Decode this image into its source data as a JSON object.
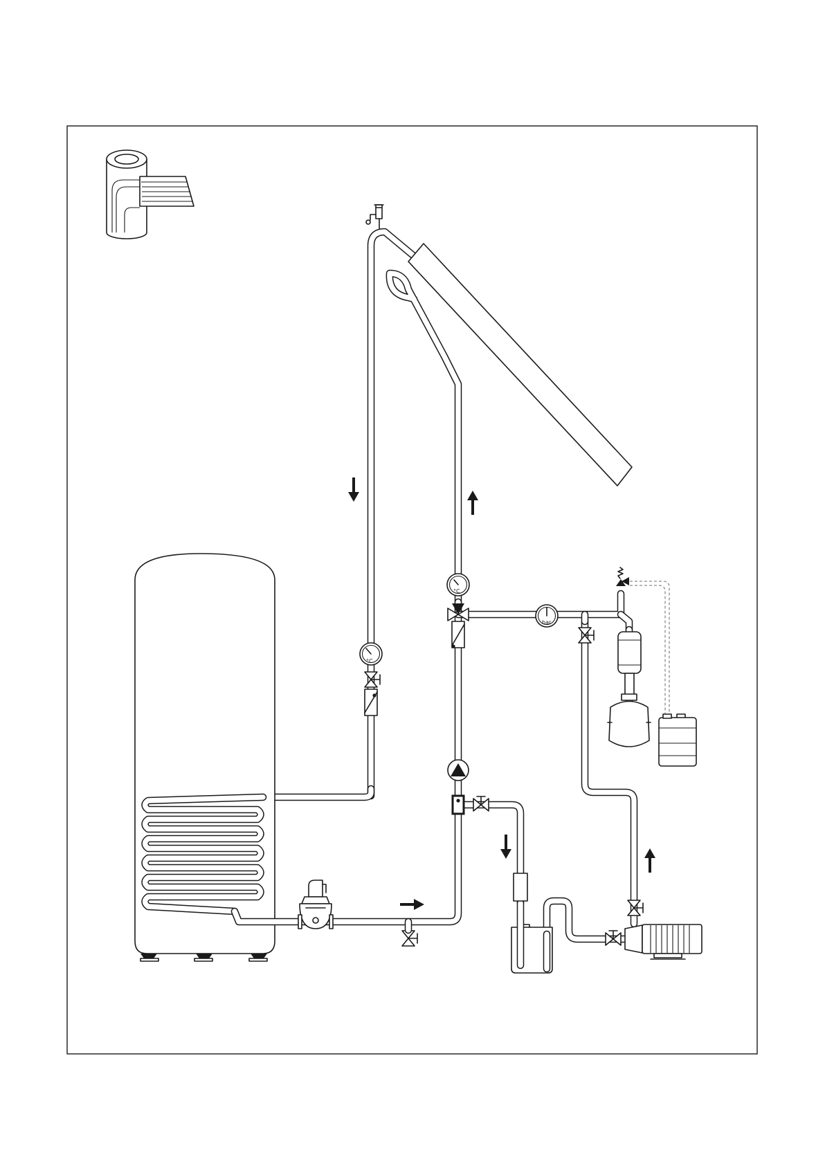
{
  "colors": {
    "line": "#1a1a1a",
    "background": "#ffffff",
    "dashed_line": "#8a8a8a"
  },
  "gauges": {
    "return_temperature": {
      "unit": "°C"
    },
    "flow_temperature": {
      "unit": "°C"
    },
    "pressure": {
      "unit": "bar"
    }
  },
  "icons": [
    "tank-collector-thumbnail-icon",
    "solar-collector-icon",
    "storage-tank-icon",
    "air-vent-icon",
    "thermometer-gauge-icon",
    "pressure-gauge-icon",
    "circulation-pump-icon",
    "shut-off-valve-icon",
    "three-way-valve-icon",
    "flow-meter-icon",
    "air-separator-icon",
    "filling-pump-icon",
    "expansion-vessel-icon",
    "safety-valve-icon",
    "collection-canister-icon",
    "flow-arrow-icon"
  ]
}
